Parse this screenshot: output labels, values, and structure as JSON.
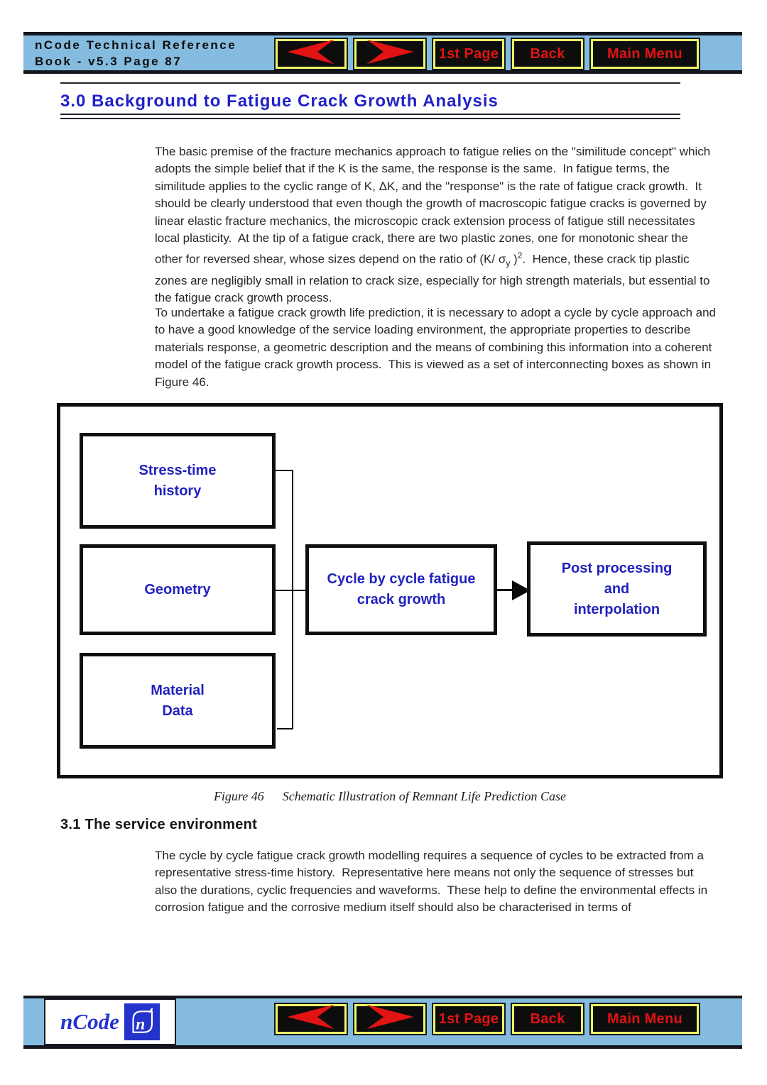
{
  "header": {
    "title": "nCode Technical Reference\nBook - v5.3  Page 87"
  },
  "nav": {
    "prev_icon": "left-arrow",
    "next_icon": "right-arrow",
    "first_page": "1st Page",
    "back": "Back",
    "main_menu": "Main Menu"
  },
  "colors": {
    "bar_blue": "#85bbdf",
    "button_black": "#0d0d0d",
    "button_border_yellow": "#ecf868",
    "button_text_red": "#e21313",
    "heading_blue": "#2121c8",
    "diagram_text_blue": "#2222be",
    "logo_blue": "#2433cc"
  },
  "section": {
    "title": "3.0 Background to Fatigue Crack Growth Analysis"
  },
  "paragraph1": {
    "part_a": "The basic premise of the fracture mechanics approach to fatigue relies on the \"similitude concept\" which adopts the simple belief that if the K is the same, the response is the same.  In fatigue terms, the similitude applies to the cyclic range of K, ΔK, and the \"response\" is the rate of fatigue crack growth.  It should be clearly understood that even though the growth of macroscopic fatigue cracks is governed by linear elastic fracture mechanics, the microscopic crack extension process of fatigue still necessitates local plasticity.  At the tip of a fatigue crack, there are two plastic zones, one for monotonic shear the other for reversed shear, whose sizes depend on the ratio of (K/ ",
    "sigma": "σ",
    "sigma_sub": "y",
    "paren": " )",
    "exponent": "2",
    "part_b": ".  Hence, these crack tip plastic zones are negligibly small in relation to crack size, especially for high strength materials, but essential to the fatigue crack growth process."
  },
  "paragraph2": "To undertake a fatigue crack growth life prediction, it is necessary to adopt a cycle by cycle approach and to have a good knowledge of the service loading environment, the appropriate properties to describe materials response, a geometric description and the means of combining this information into a coherent model of the fatigue crack growth process.  This is viewed as a set of interconnecting boxes as shown in Figure 46.",
  "figure": {
    "boxes": {
      "stress_time": "Stress-time\nhistory",
      "geometry": "Geometry",
      "material": "Material\nData",
      "cycle": "Cycle by cycle fatigue\ncrack growth",
      "post": "Post processing\nand\ninterpolation"
    },
    "caption_label": "Figure 46",
    "caption_text": "Schematic Illustration of Remnant Life Prediction Case"
  },
  "subsection": {
    "title": "3.1 The service environment"
  },
  "paragraph3": "The cycle by cycle fatigue crack growth modelling requires a sequence of cycles to be extracted from a representative stress-time history.  Representative here means not only the sequence of stresses but also the durations, cyclic frequencies and waveforms.  These help to define the environmental effects in corrosion fatigue and the corrosive medium itself should also be characterised in terms of",
  "footer": {
    "logo_text": "nCode",
    "logo_mark": "n’"
  }
}
